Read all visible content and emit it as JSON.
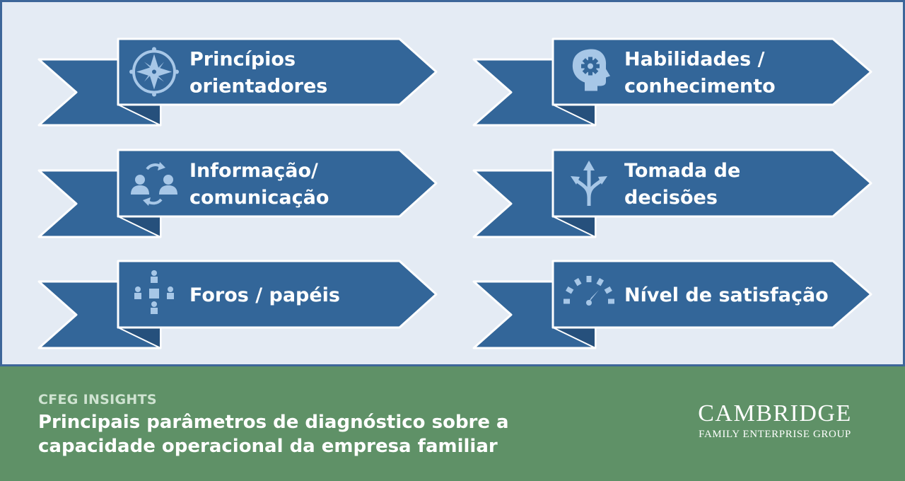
{
  "colors": {
    "panel_background": "#e4ebf4",
    "panel_border": "#3d6699",
    "ribbon_fill": "#336699",
    "ribbon_edge": "#ffffff",
    "icon_color": "#a7c7e7",
    "footer_background": "#5f9167",
    "footer_kicker": "#cfe3d1",
    "footer_text": "#ffffff"
  },
  "diagram": {
    "items": [
      {
        "icon": "compass-icon",
        "lines": [
          "Princípios",
          "orientadores"
        ]
      },
      {
        "icon": "head-gear-icon",
        "lines": [
          "Habilidades /",
          "conhecimento"
        ]
      },
      {
        "icon": "communication-icon",
        "lines": [
          "Informação/",
          "comunicação"
        ]
      },
      {
        "icon": "diverging-arrows-icon",
        "lines": [
          "Tomada de",
          "decisões"
        ]
      },
      {
        "icon": "org-chart-icon",
        "lines": [
          "Foros / papéis"
        ]
      },
      {
        "icon": "gauge-icon",
        "lines": [
          "Nível de satisfação"
        ]
      }
    ]
  },
  "footer": {
    "kicker": "CFEG INSIGHTS",
    "title_lines": [
      "Principais parâmetros de diagnóstico sobre a",
      "capacidade operacional da empresa familiar"
    ]
  },
  "brand": {
    "name": "CAMBRIDGE",
    "subtitle": "Family Enterprise Group"
  }
}
